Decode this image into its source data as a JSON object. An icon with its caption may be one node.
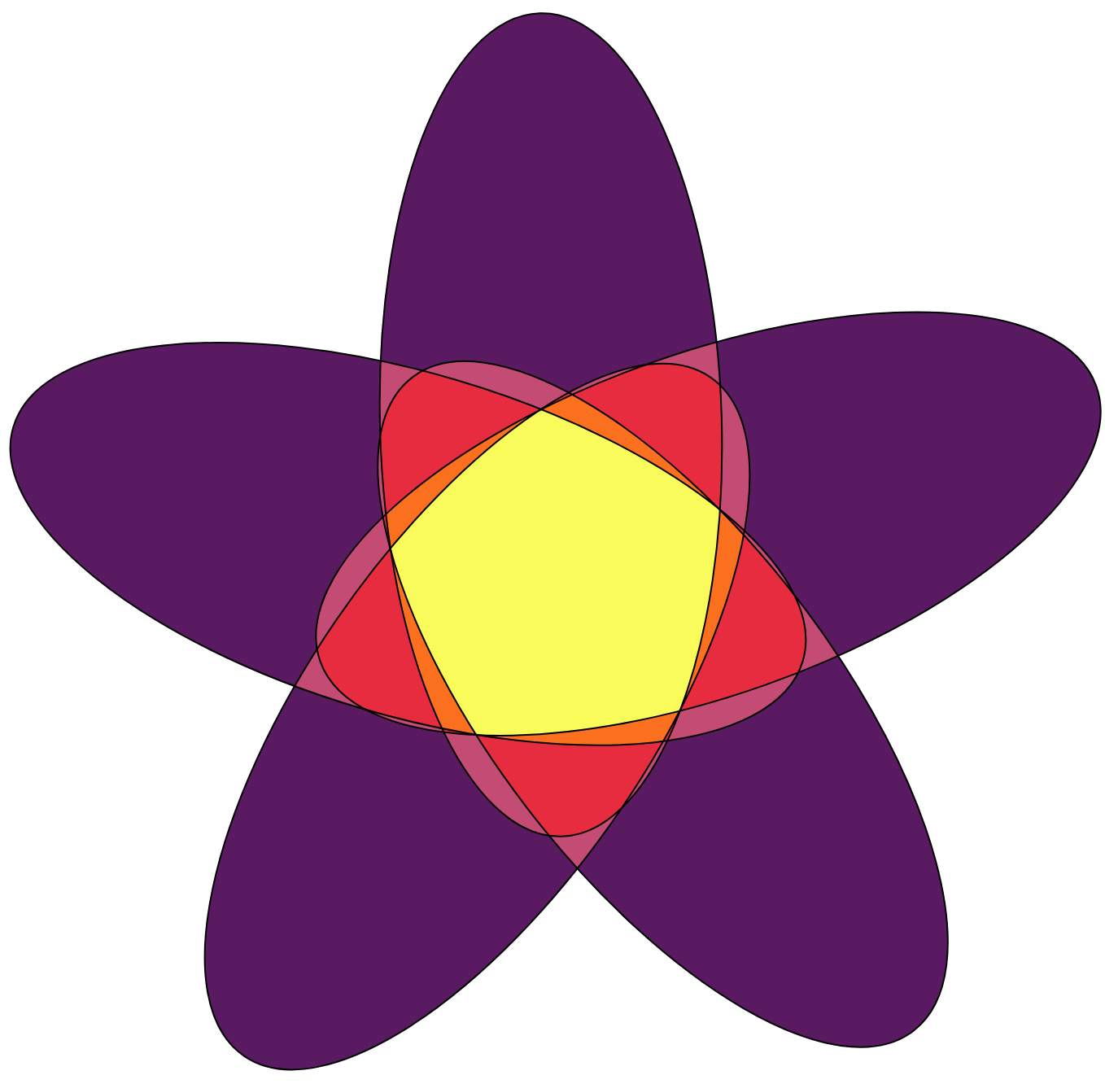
{
  "diagram": {
    "nodes": [
      {
        "text": [],
        "shape": "ellipse"
      },
      {
        "text": [],
        "shape": "ellipse"
      },
      {
        "text": [],
        "shape": "ellipse"
      },
      {
        "text": [],
        "shape": "ellipse"
      },
      {
        "text": [],
        "shape": "ellipse"
      }
    ]
  }
}
